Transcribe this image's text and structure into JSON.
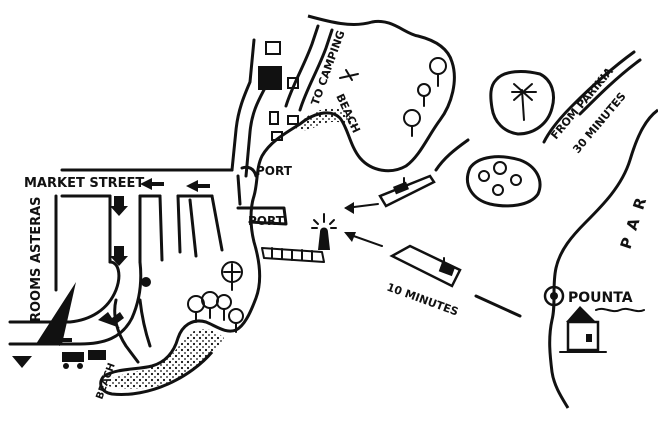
{
  "map": {
    "labels": {
      "market_street": "MARKET STREET",
      "rooms_asteras": "ROOMS ASTERAS",
      "to_camping": "TO CAMPING",
      "beach_north": "BEACH",
      "port_1": "PORT",
      "port_2": "PORT",
      "from_parikia": "FROM PARIKIA",
      "thirty_minutes": "30 MINUTES",
      "ten_minutes": "10 MINUTES",
      "pounta": "POUNTA",
      "beach_south": "BEACH",
      "paros_partial": "PAR"
    },
    "colors": {
      "ink": "#111111",
      "paper": "#ffffff"
    }
  }
}
